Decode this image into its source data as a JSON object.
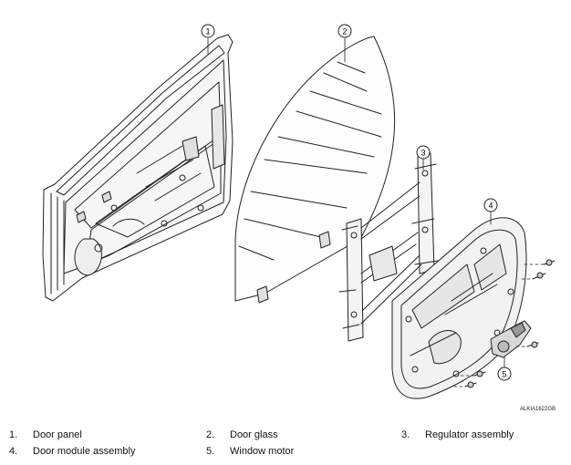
{
  "figure_code": "ALKIA1622GB",
  "callouts": [
    "1",
    "2",
    "3",
    "4",
    "5"
  ],
  "legend": [
    {
      "num": "1.",
      "label": "Door panel"
    },
    {
      "num": "2.",
      "label": "Door glass"
    },
    {
      "num": "3.",
      "label": "Regulator assembly"
    },
    {
      "num": "4.",
      "label": "Door module assembly"
    },
    {
      "num": "5.",
      "label": "Window motor"
    }
  ]
}
